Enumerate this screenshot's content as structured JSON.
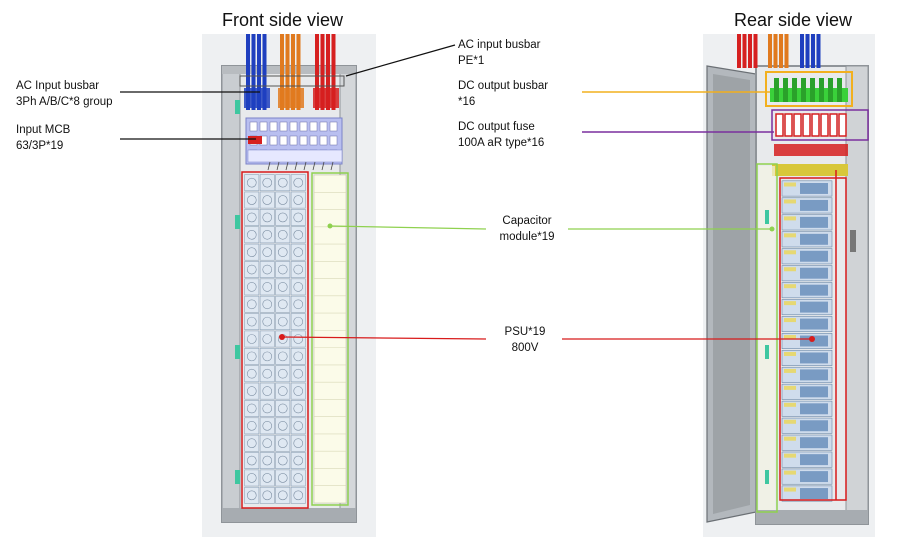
{
  "titles": {
    "front": "Front side  view",
    "rear": "Rear side view"
  },
  "labels": {
    "ac_busbar": {
      "line1": "AC Input  busbar",
      "line2": "3Ph A/B/C*8 group"
    },
    "input_mcb": {
      "line1": "Input MCB",
      "line2": "63/3P*19"
    },
    "ac_pe": {
      "line1": "AC input  busbar",
      "line2": "PE*1"
    },
    "dc_busbar": {
      "line1": "DC output busbar",
      "line2": "*16"
    },
    "dc_fuse": {
      "line1": "DC output fuse",
      "line2": "100A aR type*16"
    },
    "capacitor": {
      "line1": "Capacitor",
      "line2": "module*19"
    },
    "psu": {
      "line1": "PSU*19",
      "line2": "800V"
    }
  },
  "colors": {
    "leader_black": "#111111",
    "leader_yellow": "#f2b01e",
    "leader_purple": "#7a2f9e",
    "leader_green": "#8fd14f",
    "leader_red": "#d81b1b",
    "cabinet_frame": "#8f9499",
    "cabinet_bg": "#e8eaec",
    "busbar_blue": "#1f3fbf",
    "busbar_orange": "#e07a1f",
    "busbar_red": "#d62020",
    "psu_module": "#dfe8f2",
    "dc_green": "#3ad13a"
  },
  "diagram": {
    "front_psu_rows": 19,
    "front_psu_cols": 4,
    "rear_psu_rows": 19,
    "dc_fuse_count": 8
  }
}
